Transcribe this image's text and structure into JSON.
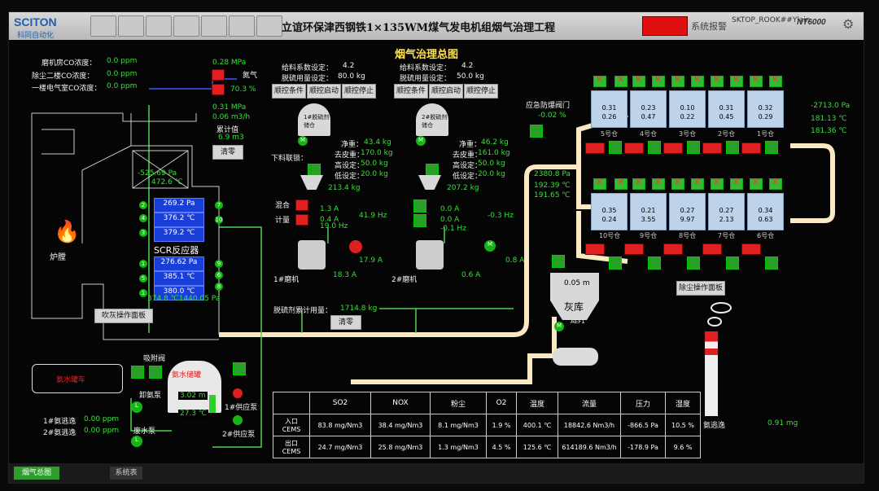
{
  "header": {
    "logo": "SCITON",
    "logo_sub": "科同自动化",
    "title": "立谊环保津西钢铁1×135WM煤气发电机组烟气治理工程",
    "alarm_label": "系统报警",
    "station": "SKTOP_ROOK##Ylain",
    "model": "NT6000"
  },
  "left_top": {
    "rows": [
      {
        "label": "磨机房CO浓度：",
        "value": "0.0 ppm"
      },
      {
        "label": "除尘二楼CO浓度：",
        "value": "0.0 ppm"
      },
      {
        "label": "一楼电气室CO浓度：",
        "value": "0.0 ppm"
      }
    ]
  },
  "ammonia": {
    "pressure": "0.28 MPa",
    "label": "氮气",
    "valve": "70.3 %",
    "p2": "0.31 MPa",
    "flow": "0.06 m3/h",
    "acc_label": "累计值",
    "acc": "6.9 m3",
    "clear": "清零"
  },
  "boiler": {
    "label": "炉膛",
    "scr": "SCR反应器",
    "pressure_top": "-525.69 Pa",
    "temp_top": "472.6 ℃",
    "bars": [
      "269.2 Pa",
      "376.2 ℃",
      "379.2 ℃",
      "276.62 Pa",
      "385.1 ℃",
      "380.0 ℃"
    ],
    "bottom": "374.8 ℃1440.05 Pa",
    "blow": "吹灰操作面板",
    "nums_left": [
      "2",
      "4",
      "3",
      "1",
      "5",
      "1"
    ],
    "nums_right": [
      "7",
      "10",
      "9",
      "6",
      "8"
    ]
  },
  "main_title": "烟气治理总图",
  "feeder1": {
    "coef_label": "给料系数设定：",
    "coef": "4.2",
    "amt_label": "脱硫用量设定：",
    "amt": "80.0 kg",
    "b1": "顺控条件",
    "b2": "顺控启动",
    "b3": "顺控停止",
    "bin": "1#脱硫剂\n储仓",
    "net_label": "净重：",
    "net": "43.4 kg",
    "tare_label": "去皮重：",
    "tare": "170.0 kg",
    "high_label": "高设定：",
    "high": "50.0 kg",
    "low_label": "低设定：",
    "low": "20.0 kg",
    "link": "下料联锁：",
    "weight": "213.4 kg",
    "mix": "混合",
    "meter": "计量",
    "a1": "1.3 A",
    "a2": "0.4 A",
    "hz": "19.0 Hz",
    "hz2": "41.9 Hz",
    "fan_a": "17.9 A",
    "mill": "1#磨机",
    "mill_a": "18.3 A"
  },
  "feeder2": {
    "coef_label": "给料系数设定：",
    "coef": "4.2",
    "amt_label": "脱硫用量设定：",
    "amt": "50.0 kg",
    "b1": "顺控条件",
    "b2": "顺控启动",
    "b3": "顺控停止",
    "bin": "2#脱硫剂\n储仓",
    "net_label": "净重：",
    "net": "46.2 kg",
    "tare_label": "去皮重：",
    "tare": "161.0 kg",
    "high_label": "高设定：",
    "high": "50.0 kg",
    "low_label": "低设定：",
    "low": "20.0 kg",
    "weight": "207.2 kg",
    "a1": "0.0 A",
    "a2": "0.0 A",
    "hz": "-0.1 Hz",
    "hz2": "-0.3 Hz",
    "fan_a": "0.8 A",
    "mill": "2#磨机",
    "mill_a": "0.6 A"
  },
  "desulf": {
    "label": "脱硫剂累计用量：",
    "value": "1714.8 kg",
    "clear": "清零"
  },
  "emergency": {
    "label": "应急防爆阀门",
    "value": "-0.02 %"
  },
  "duct": {
    "p": "2380.8 Pa",
    "t1": "192.39 ℃",
    "t2": "191.65 ℃"
  },
  "outlet": {
    "p": "-2713.0 Pa",
    "t1": "181.13 ℃",
    "t2": "181.36 ℃"
  },
  "bags_top": [
    [
      "0.31",
      "0.26"
    ],
    [
      "0.23",
      "0.47"
    ],
    [
      "0.10",
      "0.22"
    ],
    [
      "0.31",
      "0.45"
    ],
    [
      "0.32",
      "0.29"
    ]
  ],
  "bags_top_labels": [
    "5号仓",
    "4号仓",
    "3号仓",
    "2号仓",
    "1号仓"
  ],
  "bags_bot": [
    [
      "0.35",
      "0.24"
    ],
    [
      "0.21",
      "3.55"
    ],
    [
      "0.27",
      "9.97"
    ],
    [
      "0.27",
      "2.13"
    ],
    [
      "0.34",
      "0.63"
    ]
  ],
  "bags_bot_labels": [
    "10号仓",
    "9号仓",
    "8号仓",
    "7号仓",
    "6号仓"
  ],
  "dust_panel": "除尘操作面板",
  "ash": {
    "label": "灰库",
    "level": "0.05 m",
    "tag": "AEF1"
  },
  "ammonia_tank": {
    "truck": "氨水罐车",
    "valve": "吸附阀",
    "tank": "氨水储罐",
    "level": "3.02 m",
    "temp": "27.3 ℃",
    "unload": "卸氨泵",
    "p1": "1#供应泵",
    "p2": "2#供应泵",
    "waste": "废水泵",
    "L": "L"
  },
  "escape": {
    "l1": "1#氨逃逸",
    "v1": "0.00 ppm",
    "l2": "2#氨逃逸",
    "v2": "0.00 ppm"
  },
  "cems": {
    "headers": [
      "",
      "SO2",
      "NOX",
      "粉尘",
      "O2",
      "温度",
      "流量",
      "压力",
      "湿度"
    ],
    "rows": [
      [
        "入口CEMS",
        "83.8 mg/Nm3",
        "38.4 mg/Nm3",
        "8.1 mg/Nm3",
        "1.9 %",
        "400.1 ℃",
        "18842.6 Nm3/h",
        "-866.5 Pa",
        "10.5 %"
      ],
      [
        "出口CEMS",
        "24.7 mg/Nm3",
        "25.8 mg/Nm3",
        "1.3 mg/Nm3",
        "4.5 %",
        "125.6 ℃",
        "614189.6 Nm3/h",
        "-178.9 Pa",
        "9.6 %"
      ]
    ]
  },
  "stack": {
    "label": "氨逃逸",
    "value": "0.91 mg"
  },
  "bottom": {
    "tab1": "烟气总图",
    "tab2": "系统表"
  }
}
